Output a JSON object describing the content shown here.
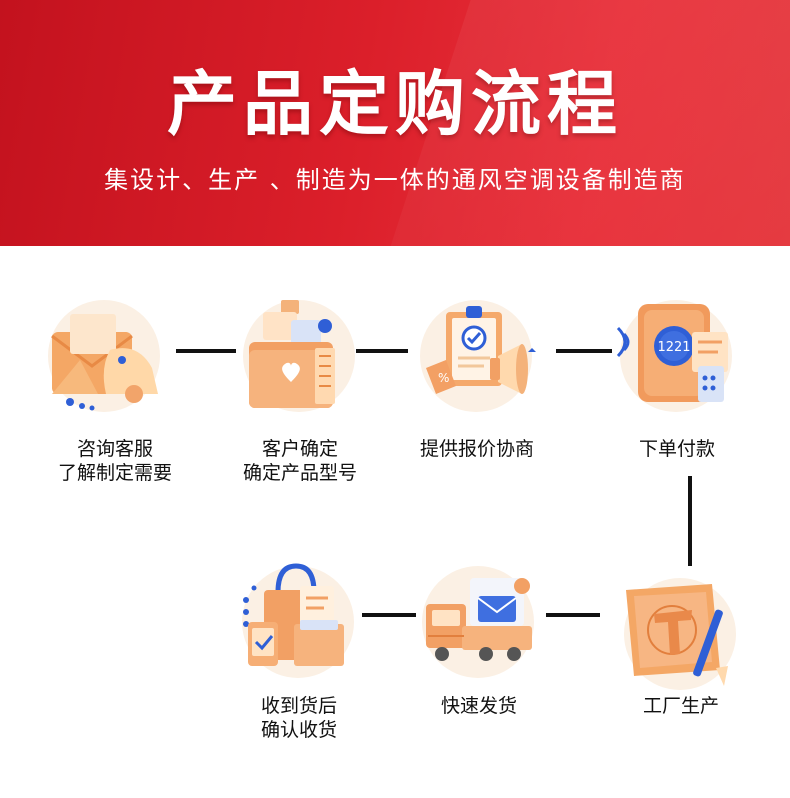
{
  "header": {
    "title": "产品定购流程",
    "subtitle": "集设计、生产 、制造为一体的通风空调设备制造商"
  },
  "steps": [
    {
      "line1": "咨询客服",
      "line2": "了解制定需要"
    },
    {
      "line1": "客户确定",
      "line2": "确定产品型号"
    },
    {
      "line1": "提供报价协商",
      "line2": ""
    },
    {
      "line1": "下单付款",
      "line2": ""
    },
    {
      "line1": "工厂生产",
      "line2": ""
    },
    {
      "line1": "快速发货",
      "line2": ""
    },
    {
      "line1": "收到货后",
      "line2": "确认收货"
    }
  ],
  "icons": [
    "envelope-bell-icon",
    "folder-heart-icon",
    "clipboard-megaphone-icon",
    "payment-terminal-icon",
    "blueprint-tools-icon",
    "delivery-truck-icon",
    "shopping-bag-receipt-icon"
  ],
  "payment_display": "1221",
  "colors": {
    "banner": "#d41c26",
    "accent_orange": "#f0a060",
    "accent_blue": "#2f5fd6"
  }
}
